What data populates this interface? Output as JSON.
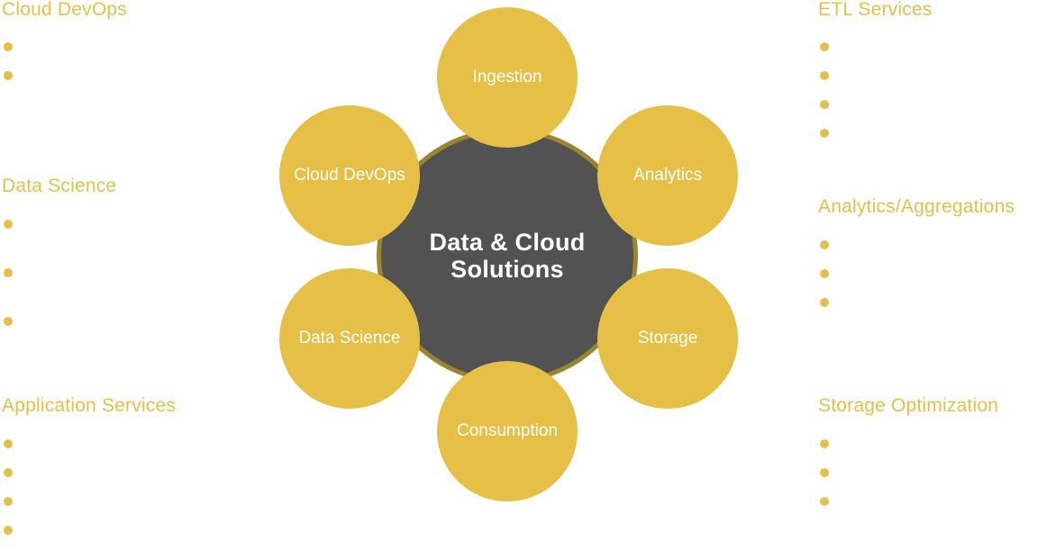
{
  "sections": {
    "cloud_devops": {
      "title": "Cloud DevOps",
      "bullet_count": 2
    },
    "data_science": {
      "title": "Data Science",
      "bullet_count": 3
    },
    "application_services": {
      "title": "Application Services",
      "bullet_count": 4
    },
    "etl_services": {
      "title": "ETL Services",
      "bullet_count": 4
    },
    "analytics_aggregations": {
      "title": "Analytics/Aggregations",
      "bullet_count": 3
    },
    "storage_optimization": {
      "title": "Storage Optimization",
      "bullet_count": 3
    }
  },
  "hub": {
    "title_line1": "Data & Cloud",
    "title_line2": "Solutions"
  },
  "nodes": {
    "ingestion": "Ingestion",
    "analytics": "Analytics",
    "storage": "Storage",
    "consumption": "Consumption",
    "data_science": "Data Science",
    "cloud_devops": "Cloud DevOps"
  },
  "colors": {
    "accent": "#e6bf47",
    "hub_fill": "#525252",
    "hub_ring": "#9c8530",
    "node_text": "#ffffff"
  }
}
